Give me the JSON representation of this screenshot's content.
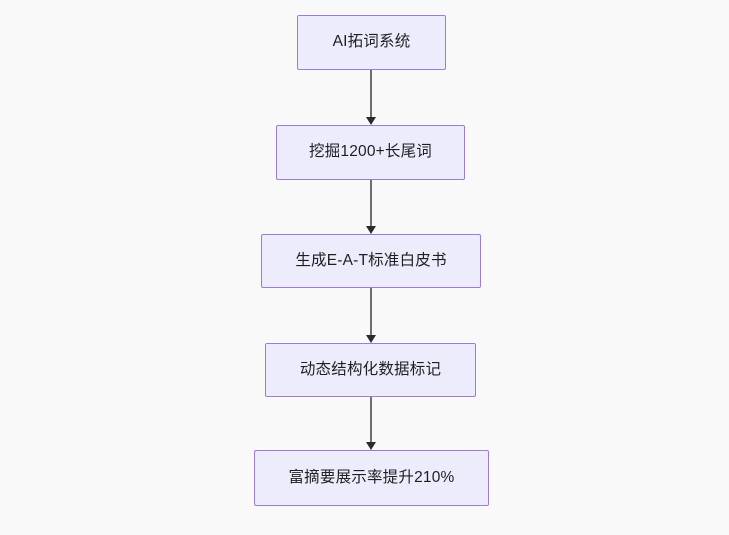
{
  "diagram": {
    "type": "flowchart",
    "direction": "top-to-bottom",
    "background_color": "#f9f9f9",
    "node_fill_color": "#ececfc",
    "node_border_color": "#9d7cd4",
    "node_text_color": "#1f1f1f",
    "edge_line_color": "#6e6e6e",
    "edge_arrow_color": "#2b2b2b",
    "nodes": [
      {
        "id": "n1",
        "label": "AI拓词系统"
      },
      {
        "id": "n2",
        "label": "挖掘1200+长尾词"
      },
      {
        "id": "n3",
        "label": "生成E-A-T标准白皮书"
      },
      {
        "id": "n4",
        "label": "动态结构化数据标记"
      },
      {
        "id": "n5",
        "label": "富摘要展示率提升210%"
      }
    ],
    "edges": [
      {
        "from": "n1",
        "to": "n2"
      },
      {
        "from": "n2",
        "to": "n3"
      },
      {
        "from": "n3",
        "to": "n4"
      },
      {
        "from": "n4",
        "to": "n5"
      }
    ]
  }
}
